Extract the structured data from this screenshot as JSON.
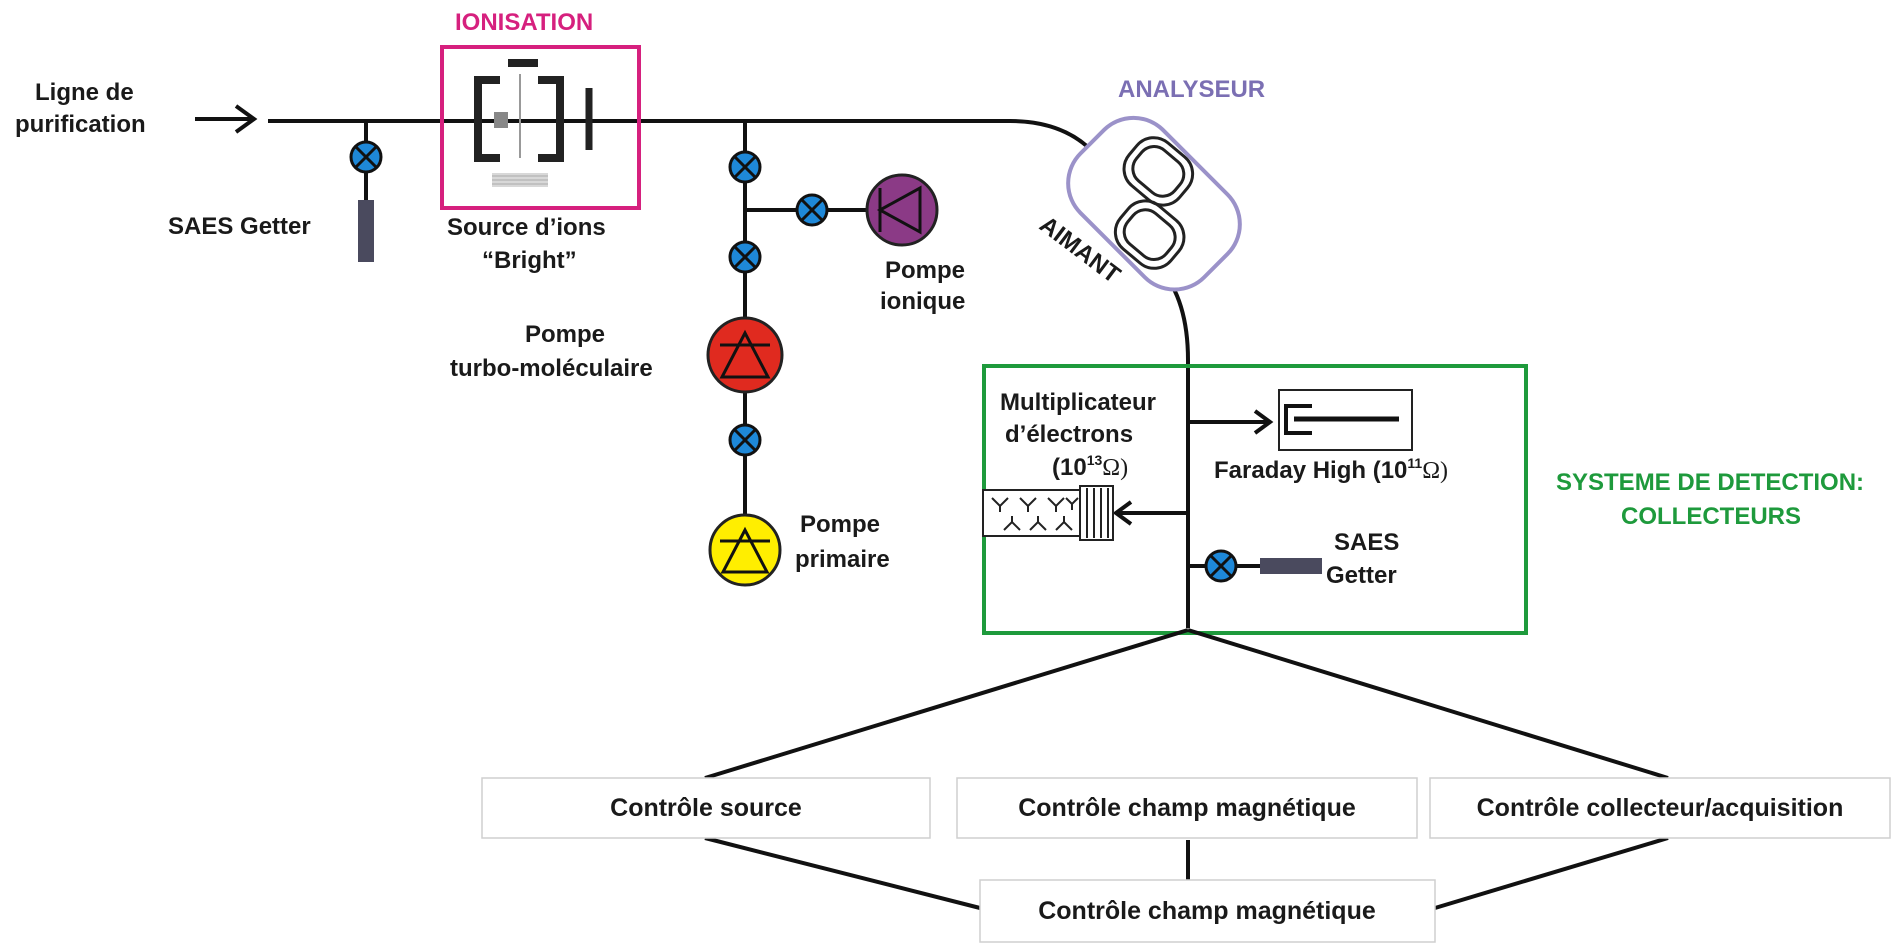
{
  "labels": {
    "ionisation": "IONISATION",
    "analyseur": "ANALYSEUR",
    "ligne_line1": "Ligne de",
    "ligne_line2": "purification",
    "saes_getter_left": "SAES Getter",
    "source_line1": "Source d’ions",
    "source_line2": "“Bright”",
    "pompe_ionique_line1": "Pompe",
    "pompe_ionique_line2": "ionique",
    "pompe_turbo_line1": "Pompe",
    "pompe_turbo_line2": "turbo-moléculaire",
    "pompe_primaire_line1": "Pompe",
    "pompe_primaire_line2": "primaire",
    "aimant": "AIMANT",
    "multiplicateur_line1": "Multiplicateur",
    "multiplicateur_line2": "d’électrons",
    "multiplicateur_base": "(10",
    "multiplicateur_exp": "13",
    "multiplicateur_unit": "Ω)",
    "faraday_base": "Faraday High (10",
    "faraday_exp": "11",
    "faraday_unit": "Ω)",
    "saes_getter_right_line1": "SAES",
    "saes_getter_right_line2": "Getter",
    "detection_line1": "SYSTEME DE DETECTION:",
    "detection_line2": "COLLECTEURS"
  },
  "controls": {
    "source": "Contrôle source",
    "champ_top": "Contrôle champ magnétique",
    "collecteur": "Contrôle collecteur/acquisition",
    "champ_bottom": "Contrôle champ magnétique"
  },
  "colors": {
    "ionisation": "#d6207e",
    "analyseur": "#7b6fb3",
    "detection": "#1e9a3c",
    "valve": "#1e88d8",
    "pompe_ionique": "#8b3a86",
    "pompe_turbo": "#e02a1f",
    "pompe_primaire": "#ffee00",
    "getter": "#4a4a5e"
  }
}
